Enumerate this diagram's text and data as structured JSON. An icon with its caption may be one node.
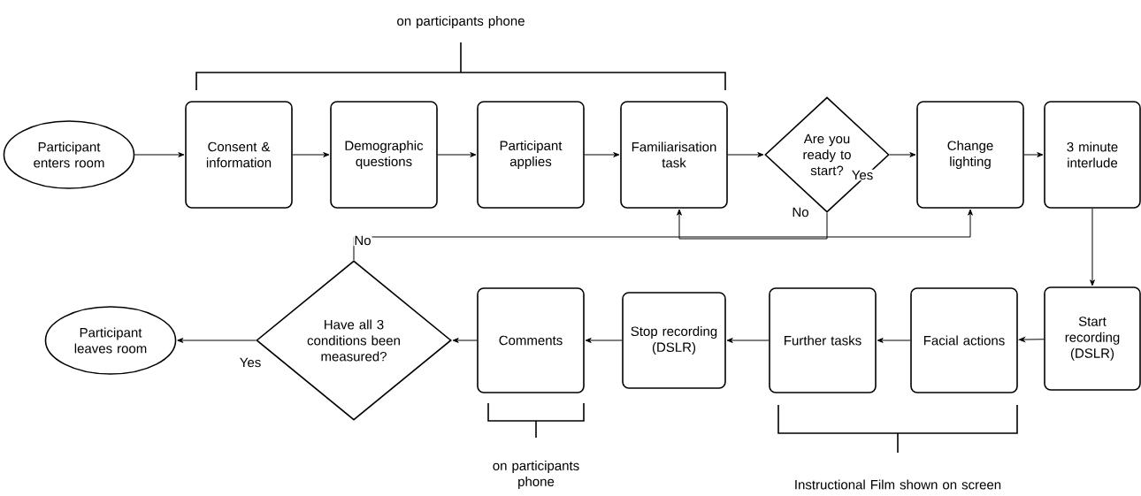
{
  "diagram": {
    "nodes": [
      {
        "text": [
          "Participant enters room"
        ]
      },
      {
        "text": [
          "Consent & information"
        ]
      },
      {
        "text": [
          "Demographic questions"
        ]
      },
      {
        "text": [
          "Participant applies"
        ]
      },
      {
        "text": [
          "Familiarisation task"
        ]
      },
      {
        "text": [
          "Are you ready to start?"
        ]
      },
      {
        "text": [
          "Change lighting"
        ]
      },
      {
        "text": [
          "3 minute interlude"
        ]
      },
      {
        "text": [
          "Start recording (DSLR)"
        ]
      },
      {
        "text": [
          "Facial actions"
        ]
      },
      {
        "text": [
          "Further tasks"
        ]
      },
      {
        "text": [
          "Stop recording (DSLR)"
        ]
      },
      {
        "text": [
          "Comments"
        ]
      },
      {
        "text": [
          "Have all 3 conditions been measured?"
        ]
      },
      {
        "text": [
          "Participant leaves room"
        ]
      }
    ],
    "edges": [
      {
        "from": 0,
        "to": 1,
        "arrow": "to"
      },
      {
        "from": 1,
        "to": 2,
        "arrow": "to"
      },
      {
        "from": 2,
        "to": 3,
        "arrow": "to"
      },
      {
        "from": 3,
        "to": 4,
        "arrow": "to"
      },
      {
        "from": 4,
        "to": 5,
        "arrow": "to"
      },
      {
        "from": 5,
        "to": 6,
        "arrow": "to",
        "label": "Yes"
      },
      {
        "from": 5,
        "to": 4,
        "arrow": "to",
        "label": "No"
      },
      {
        "from": 6,
        "to": 7,
        "arrow": "to"
      },
      {
        "from": 7,
        "to": 8,
        "arrow": "to"
      },
      {
        "from": 8,
        "to": 9,
        "arrow": "to"
      },
      {
        "from": 9,
        "to": 10,
        "arrow": "to"
      },
      {
        "from": 10,
        "to": 11,
        "arrow": "to"
      },
      {
        "from": 11,
        "to": 12,
        "arrow": "to"
      },
      {
        "from": 12,
        "to": 13,
        "arrow": "to"
      },
      {
        "from": 13,
        "to": 14,
        "arrow": "to",
        "label": "Yes"
      },
      {
        "from": 13,
        "to": 6,
        "arrow": "to",
        "label": "No"
      }
    ],
    "labels": [
      "on participants phone",
      "on participants phone",
      "Instructional Film shown on screen"
    ]
  }
}
